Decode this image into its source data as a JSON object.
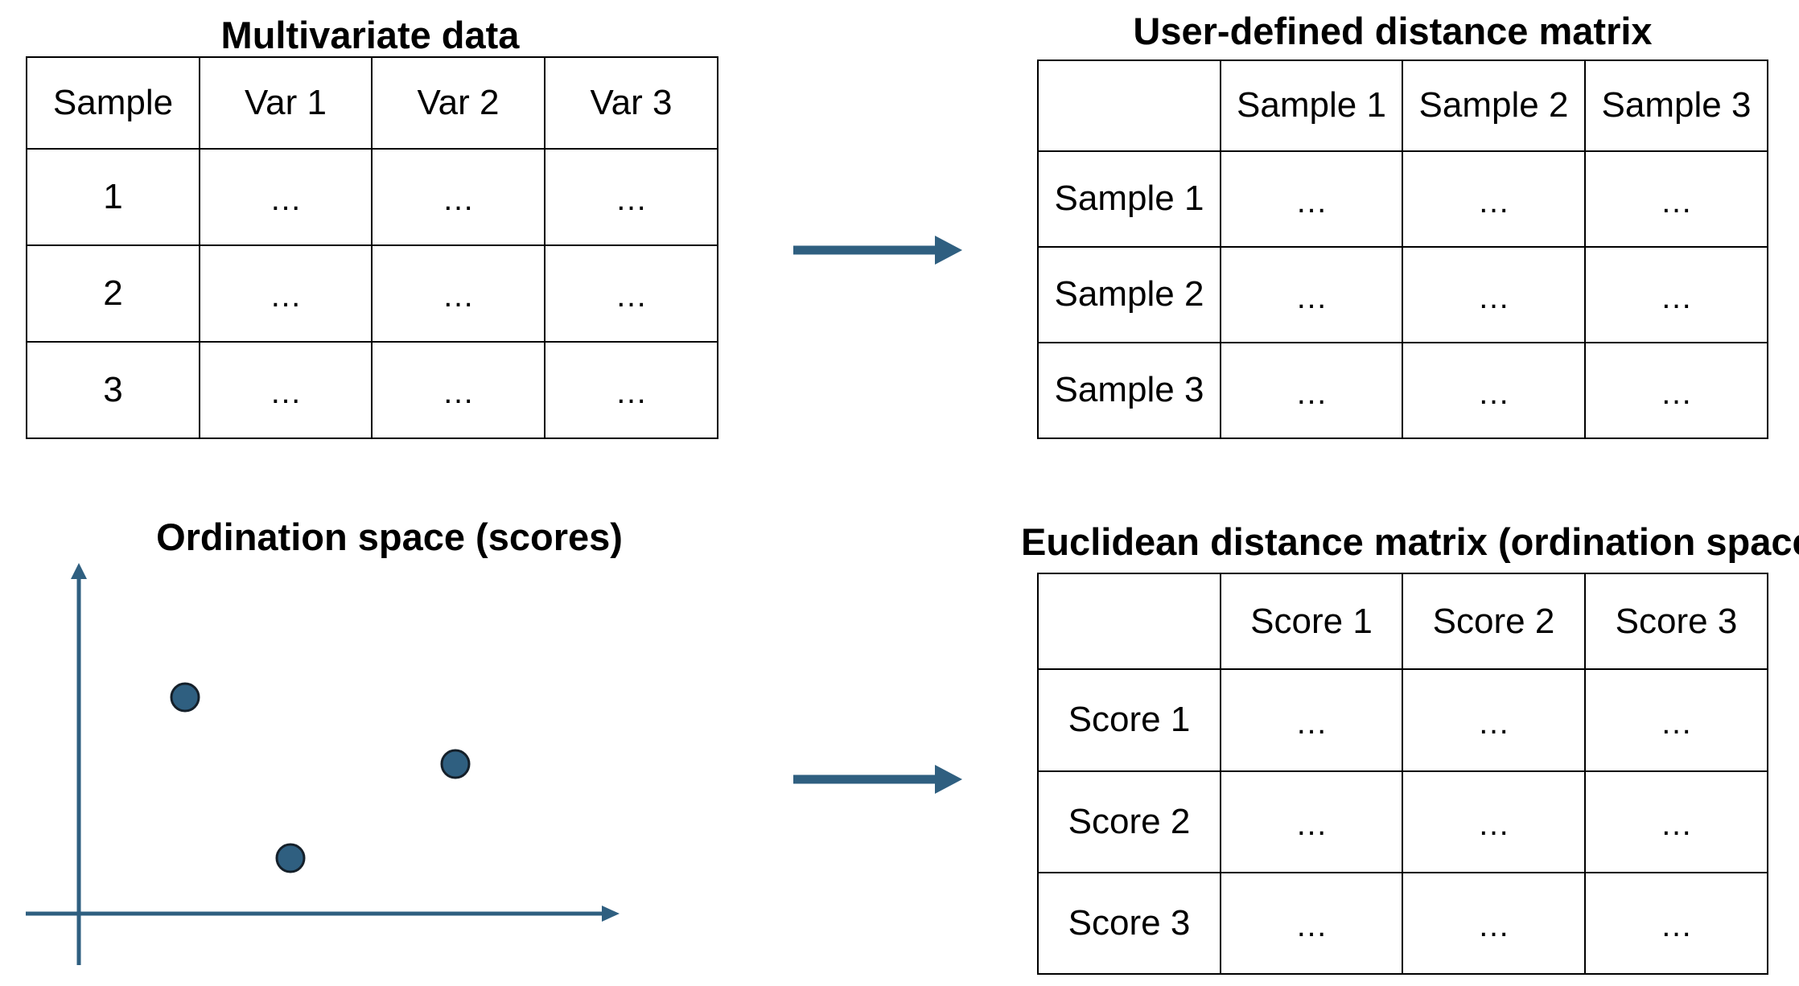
{
  "colors": {
    "accent": "#2F5F80",
    "line": "#000000",
    "background": "#FFFFFF"
  },
  "panels": {
    "multivariate": {
      "title": "Multivariate data",
      "header": [
        "Sample",
        "Var 1",
        "Var 2",
        "Var 3"
      ],
      "rows": [
        [
          "1",
          "…",
          "…",
          "…"
        ],
        [
          "2",
          "…",
          "…",
          "…"
        ],
        [
          "3",
          "…",
          "…",
          "…"
        ]
      ]
    },
    "user_distance": {
      "title": "User-defined distance matrix",
      "header": [
        "",
        "Sample 1",
        "Sample 2",
        "Sample 3"
      ],
      "rows": [
        [
          "Sample 1",
          "…",
          "…",
          "…"
        ],
        [
          "Sample 2",
          "…",
          "…",
          "…"
        ],
        [
          "Sample 3",
          "…",
          "…",
          "…"
        ]
      ]
    },
    "ordination": {
      "title": "Ordination space (scores)"
    },
    "euclidean_distance": {
      "title": "Euclidean distance matrix (ordination space)",
      "header": [
        "",
        "Score 1",
        "Score 2",
        "Score 3"
      ],
      "rows": [
        [
          "Score 1",
          "…",
          "…",
          "…"
        ],
        [
          "Score 2",
          "…",
          "…",
          "…"
        ],
        [
          "Score 3",
          "…",
          "…",
          "…"
        ]
      ]
    }
  }
}
